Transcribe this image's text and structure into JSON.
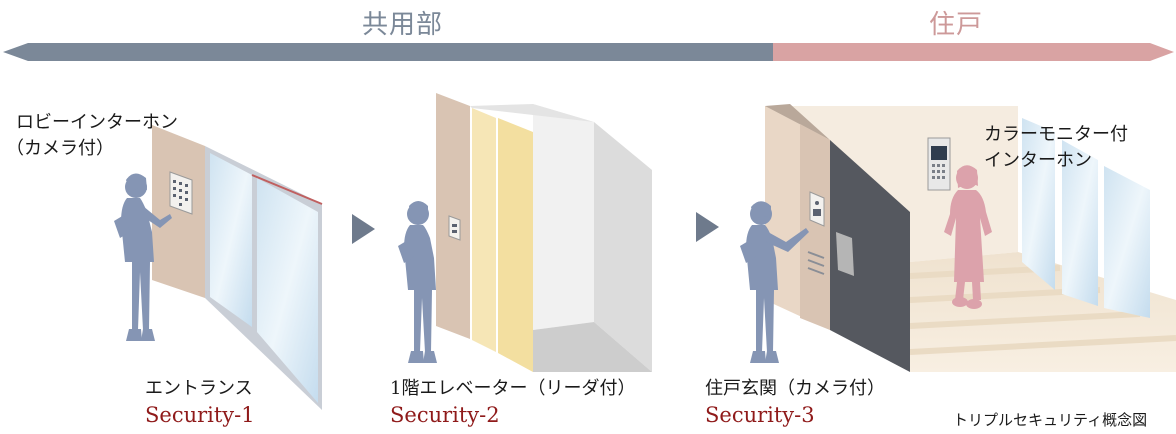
{
  "zones": {
    "common": {
      "label": "共用部",
      "color": "#7b8898"
    },
    "private": {
      "label": "住戸",
      "color": "#cd9999"
    }
  },
  "stages": [
    {
      "caption": "エントランス",
      "security": "Security-1"
    },
    {
      "caption": "1階エレベーター（リーダ付）",
      "security": "Security-2"
    },
    {
      "caption": "住戸玄関（カメラ付）",
      "security": "Security-3"
    }
  ],
  "callouts": {
    "lobby_intercom_line1": "ロビーインターホン",
    "lobby_intercom_line2": "（カメラ付）",
    "monitor_line1": "カラーモニター付",
    "monitor_line2": "インターホン"
  },
  "figure_caption": "トリプルセキュリティ概念図",
  "colors": {
    "security_text": "#8f1a1a",
    "person_blue": "#8595b4",
    "person_pink": "#dca2ab",
    "step_arrow": "#6e7a8c"
  }
}
